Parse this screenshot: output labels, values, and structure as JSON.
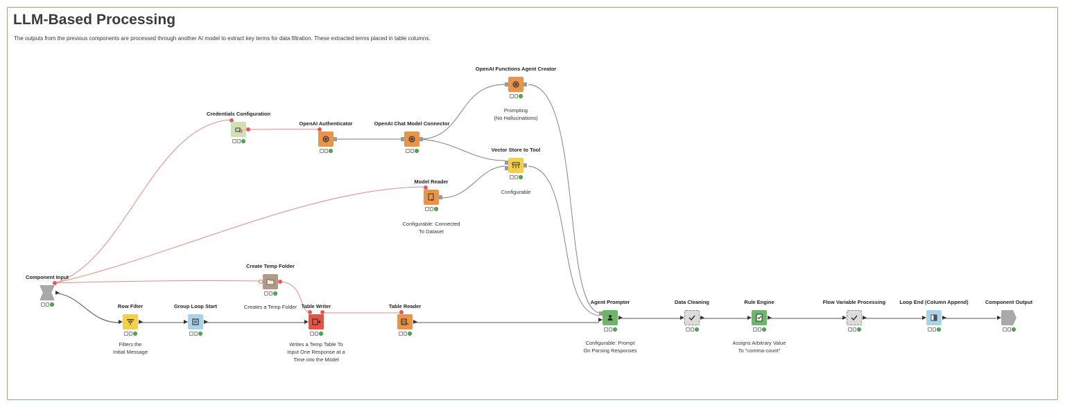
{
  "header": {
    "title": "LLM-Based Processing",
    "description": "The outputs from the previous components are processed through another AI model to extract key terms for data filtration. These extracted terms placed in table columns."
  },
  "colors": {
    "frame_border": "#7cc06a",
    "flow_variable_wire": "#e05a5a",
    "data_wire": "#444444",
    "model_wire": "#888888",
    "orange_node": "#e8954a",
    "yellow_node": "#f2d04a",
    "blue_node": "#a9d3e6",
    "green_node": "#6cb56a",
    "red_node": "#e05546",
    "gray_node": "#a8a8a8",
    "brown_node": "#b09a86",
    "lightgreen_node": "#cfe0b5",
    "status_green": "#4caf50"
  },
  "nodes": {
    "component_input": {
      "name": "Component Input",
      "description": "",
      "icon": "component-input-icon"
    },
    "row_filter": {
      "name": "Row Filter",
      "description": "Filters the\nInitial Message",
      "icon": "row-filter-icon"
    },
    "group_loop_start": {
      "name": "Group Loop Start",
      "description": "",
      "icon": "loop-start-icon"
    },
    "create_temp_folder": {
      "name": "Create Temp Folder",
      "description": "Creates a Temp Folder",
      "icon": "folder-icon"
    },
    "table_writer": {
      "name": "Table Writer",
      "description": "Writes a Temp Table To\nInput One Response at a\nTime into the Model",
      "icon": "table-writer-icon"
    },
    "table_reader": {
      "name": "Table Reader",
      "description": "",
      "icon": "table-reader-icon"
    },
    "credentials_configuration": {
      "name": "Credentials Configuration",
      "description": "",
      "icon": "credentials-icon"
    },
    "openai_authenticator": {
      "name": "OpenAI Authenticator",
      "description": "",
      "icon": "openai-icon"
    },
    "openai_chat_model_connector": {
      "name": "OpenAI Chat Model Connector",
      "description": "",
      "icon": "openai-icon"
    },
    "openai_functions_agent_creator": {
      "name": "OpenAI Functions Agent Creator",
      "description": "Prompting\n(No Hallucinations)",
      "icon": "openai-icon"
    },
    "vector_store_to_tool": {
      "name": "Vector Store to Tool",
      "description": "Configurable",
      "icon": "vector-store-icon"
    },
    "model_reader": {
      "name": "Model Reader",
      "description": "Configurable: Connected\nTo Dataset",
      "icon": "model-reader-icon"
    },
    "agent_prompter": {
      "name": "Agent Prompter",
      "description": "Configurable: Prompt\nOn Parsing Responses",
      "icon": "agent-icon"
    },
    "data_cleaning": {
      "name": "Data Cleaning",
      "description": "",
      "icon": "check-icon"
    },
    "rule_engine": {
      "name": "Rule Engine",
      "description": "Assigns Arbitrary Value\nTo \"comma-count\"",
      "icon": "rule-engine-icon"
    },
    "flow_variable_processing": {
      "name": "Flow Variable Processing",
      "description": "",
      "icon": "check-icon"
    },
    "loop_end": {
      "name": "Loop End (Column Append)",
      "description": "",
      "icon": "loop-end-icon"
    },
    "component_output": {
      "name": "Component Output",
      "description": "",
      "icon": "component-output-icon"
    }
  }
}
